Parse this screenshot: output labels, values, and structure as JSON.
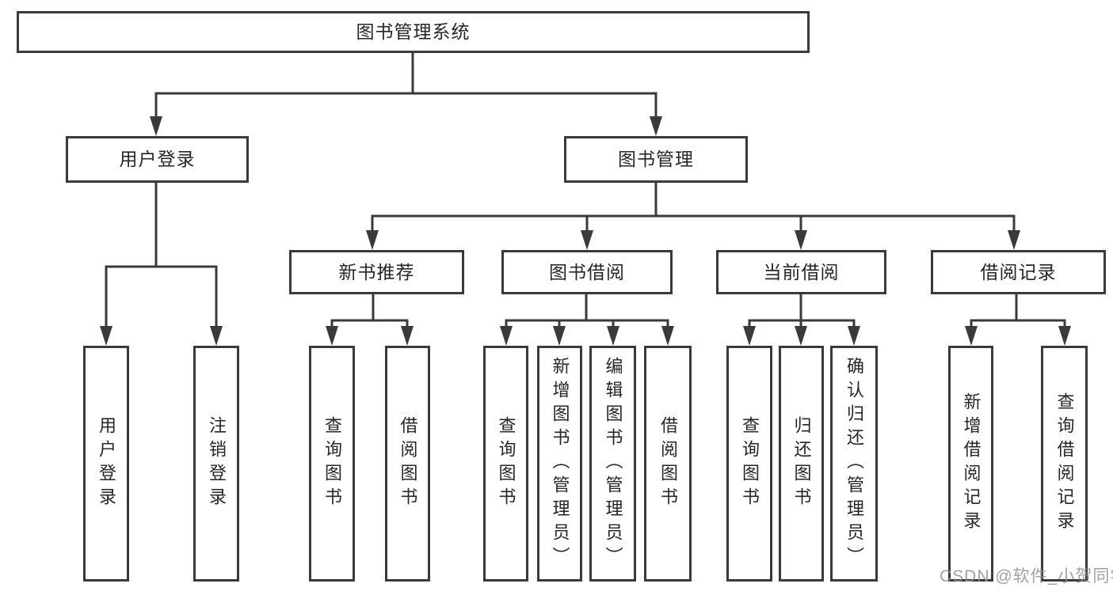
{
  "tree": {
    "root": {
      "label": "图书管理系统"
    },
    "branches": [
      {
        "label": "用户登录",
        "leaves": [
          "用户登录",
          "注销登录"
        ]
      },
      {
        "label": "图书管理",
        "groups": [
          {
            "label": "新书推荐",
            "leaves": [
              "查询图书",
              "借阅图书"
            ]
          },
          {
            "label": "图书借阅",
            "leaves": [
              "查询图书",
              "新增图书（管理员）",
              "编辑图书（管理员）",
              "借阅图书"
            ]
          },
          {
            "label": "当前借阅",
            "leaves": [
              "查询图书",
              "归还图书",
              "确认归还（管理员）"
            ]
          },
          {
            "label": "借阅记录",
            "leaves": [
              "新增借阅记录",
              "查询借阅记录"
            ]
          }
        ]
      }
    ]
  },
  "watermark": "CSDN @软件_小贺同学",
  "colors": {
    "line": "#3a3a3a",
    "text": "#262626",
    "background": "#ffffff",
    "watermark": "#919191"
  }
}
